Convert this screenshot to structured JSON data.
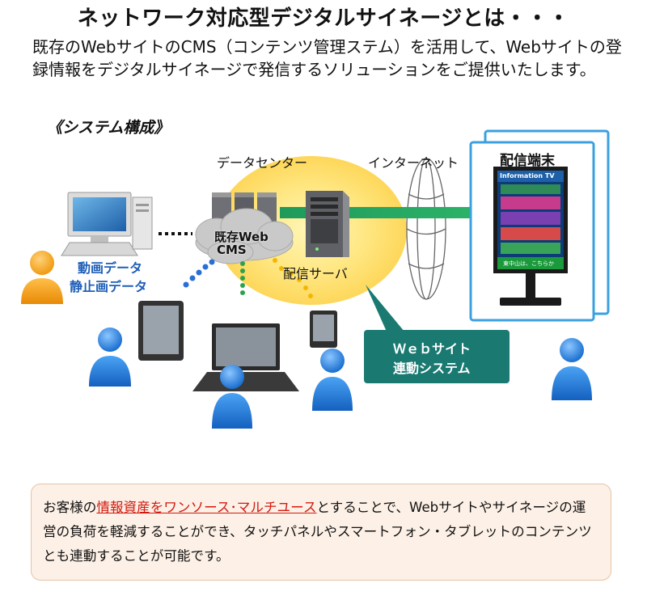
{
  "title": "ネットワーク対応型デジタルサイネージとは・・・",
  "intro": "既存のWebサイトのCMS（コンテンツ管理ステム）を活用して、Webサイトの登録情報をデジタルサイネージで発信するソリューションをご提供いたします。",
  "section_heading": "《システム構成》",
  "labels": {
    "data_center": "データセンター",
    "internet": "インターネット",
    "cms_line1": "既存Web",
    "cms_line2": "CMS",
    "server": "配信サーバ",
    "video_data": "動画データ",
    "still_data": "静止画データ",
    "terminal": "配信端末",
    "web_link_line1": "Ｗｅｂサイト",
    "web_link_line2": "連動システム",
    "screen_header": "Information TV",
    "screen_footer": "東中山は、こちらか"
  },
  "colors": {
    "accent_green": "#1f9a5a",
    "badge_teal": "#1a7a72",
    "highlight_red": "#d21a10",
    "person_blue": "#1e7fd8",
    "person_orange": "#f5a623",
    "frame_blue": "#3aa0e0"
  },
  "icons": {
    "desktop": "desktop-computer-icon",
    "server_rack": "server-rack-icon",
    "server": "server-tower-icon",
    "tablet": "tablet-icon",
    "laptop": "laptop-icon",
    "smartphone": "smartphone-icon",
    "signage": "digital-signage-icon",
    "person": "person-icon",
    "cloud": "cloud-icon",
    "globe": "internet-globe-icon"
  },
  "footer": {
    "before": "お客様の",
    "highlight": "情報資産をワンソース･マルチユース",
    "after": "とすることで、Webサイトやサイネージの運営の負荷を軽減することができ、タッチパネルやスマートフォン・タブレットのコンテンツとも連動することが可能です。"
  }
}
